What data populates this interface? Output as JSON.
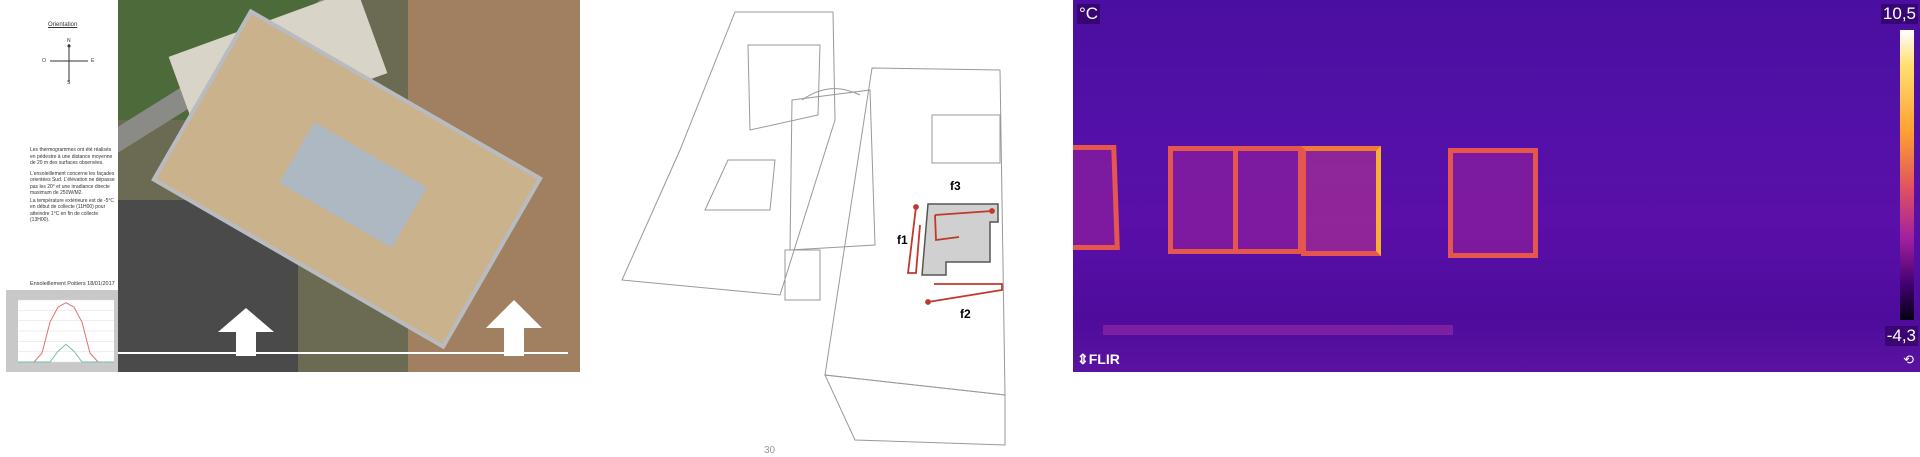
{
  "left_panel": {
    "orientation_title": "Orientation",
    "compass": {
      "north": "N",
      "west": "O",
      "east": "E",
      "south": "S"
    },
    "paragraphs": [
      "Les thermogrammes ont été réalisés en pédestre à une distance moyenne de 20 m des surfaces observées.",
      "L'ensoleillement concerne les façades orientées Sud. L'élévation ne dépasse pas les 20° et une irradiance directe maximum de 250W/M2.",
      "La température extérieure est de -5°C en début de collecte (11H00) pour atteindre 1°C en fin de collecte (13H00)."
    ],
    "chart_title": "Ensoleillement Poitiers 18/01/2017"
  },
  "chart_data": {
    "type": "line",
    "title": "Ensoleillement Poitiers 18/01/2017",
    "x": [
      -180,
      -150,
      -120,
      -90,
      -60,
      -30,
      0,
      30,
      60,
      90,
      120,
      150,
      180
    ],
    "series": [
      {
        "color": "#e07070",
        "values": [
          0,
          0,
          0,
          10,
          45,
          62,
          67,
          62,
          45,
          10,
          0,
          0,
          0
        ]
      },
      {
        "color": "#70c0b0",
        "values": [
          0,
          0,
          0,
          0,
          0,
          12,
          20,
          12,
          0,
          0,
          0,
          0,
          0
        ]
      }
    ],
    "xlim": [
      -180,
      180
    ],
    "ylim": [
      0,
      70
    ],
    "grid": true,
    "legend": "top-right"
  },
  "aerial": {
    "arrow_icon": "north-arrow-icon"
  },
  "diagram": {
    "labels": {
      "f1": "f1",
      "f2": "f2",
      "f3": "f3"
    },
    "page_number": "30",
    "arrow_color": "#c0392b"
  },
  "thermal": {
    "unit": "°C",
    "scale_max": "10,5",
    "scale_min": "-4,3",
    "brand": "FLIR"
  }
}
